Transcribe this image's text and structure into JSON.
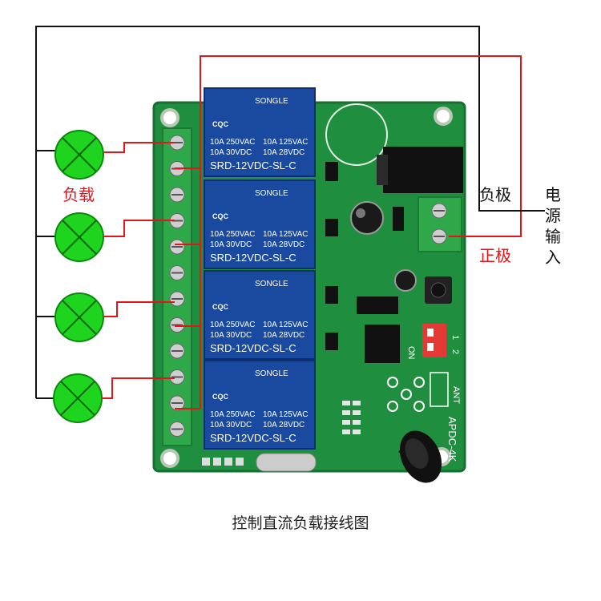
{
  "caption": "控制直流负载接线图",
  "labels": {
    "load": "负载",
    "negative": "负极",
    "positive": "正极",
    "power_input_chars": [
      "电",
      "源",
      "输",
      "入"
    ]
  },
  "relays": [
    {
      "brand": "SONGLE",
      "cert": "CQC",
      "line1_a": "10A 250VAC",
      "line1_b": "10A 125VAC",
      "line2_a": "10A 30VDC",
      "line2_b": "10A 28VDC",
      "model": "SRD-12VDC-SL-C"
    },
    {
      "brand": "SONGLE",
      "cert": "CQC",
      "line1_a": "10A 250VAC",
      "line1_b": "10A 125VAC",
      "line2_a": "10A 30VDC",
      "line2_b": "10A 28VDC",
      "model": "SRD-12VDC-SL-C"
    },
    {
      "brand": "SONGLE",
      "cert": "CQC",
      "line1_a": "10A 250VAC",
      "line1_b": "10A 125VAC",
      "line2_a": "10A 30VDC",
      "line2_b": "10A 28VDC",
      "model": "SRD-12VDC-SL-C"
    },
    {
      "brand": "SONGLE",
      "cert": "CQC",
      "line1_a": "10A 250VAC",
      "line1_b": "10A 125VAC",
      "line2_a": "10A 30VDC",
      "line2_b": "10A 28VDC",
      "model": "SRD-12VDC-SL-C"
    }
  ],
  "board": {
    "model": "APDC-4K",
    "ant": "ANT",
    "dip_on": "ON",
    "dip_1": "1",
    "dip_2": "2"
  },
  "colors": {
    "pcb": "#1f8f3f",
    "pcb_edge": "#14702f",
    "relay": "#1a4aa0",
    "terminal": "#2fa84a",
    "dip": "#e53935",
    "wire_red": "#e2151b",
    "wire_black": "#111111",
    "lamp": "#1fd41f",
    "label_red": "#e2151b"
  },
  "icons": {
    "lamp": "lamp-icon",
    "relay": "relay-icon",
    "antenna": "antenna-icon"
  }
}
